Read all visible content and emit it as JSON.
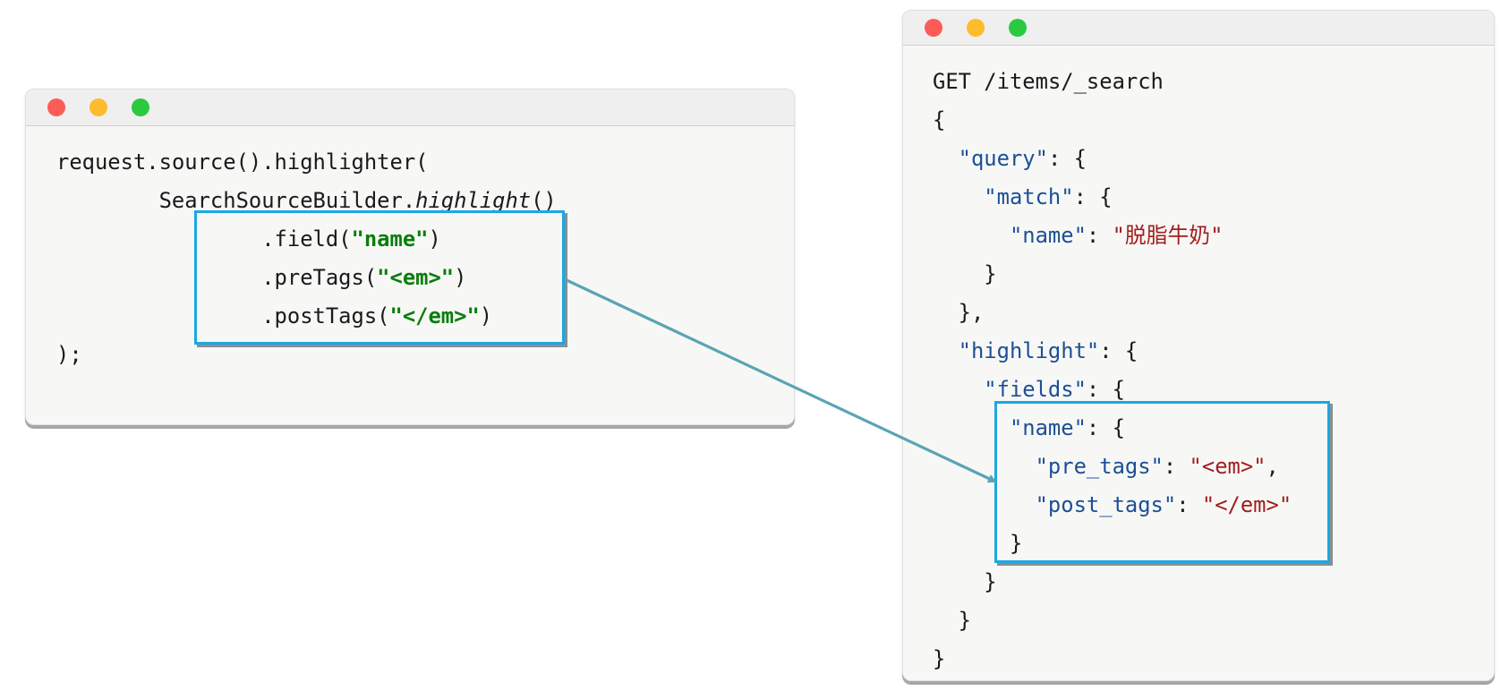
{
  "colors": {
    "json_key": "#1c4f96",
    "json_string": "#a31d1d",
    "java_string": "#0b7d0b",
    "highlight_box": "#1ba8e2",
    "arrow": "#5aa4b4"
  },
  "left_window": {
    "lines": [
      [
        "request.source().highlighter("
      ],
      [
        "SearchSourceBuilder.",
        "highlight",
        "()"
      ],
      [
        ".field(",
        "\"name\"",
        ")"
      ],
      [
        ".preTags(",
        "\"<em>\"",
        ")"
      ],
      [
        ".postTags(",
        "\"</em>\"",
        ")"
      ],
      [
        ");"
      ]
    ]
  },
  "right_window": {
    "lines": [
      [
        "GET /items/_search"
      ],
      [
        "{"
      ],
      [
        "\"query\"",
        ": {"
      ],
      [
        "\"match\"",
        ": {"
      ],
      [
        "\"name\"",
        ": ",
        "\"脱脂牛奶\""
      ],
      [
        "}"
      ],
      [
        "},"
      ],
      [
        "\"highlight\"",
        ": {"
      ],
      [
        "\"fields\"",
        ": {"
      ],
      [
        "\"name\"",
        ": {"
      ],
      [
        "\"pre_tags\"",
        ": ",
        "\"<em>\"",
        ","
      ],
      [
        "\"post_tags\"",
        ": ",
        "\"</em>\""
      ],
      [
        "}"
      ],
      [
        "}"
      ],
      [
        "}"
      ],
      [
        "}"
      ]
    ]
  }
}
